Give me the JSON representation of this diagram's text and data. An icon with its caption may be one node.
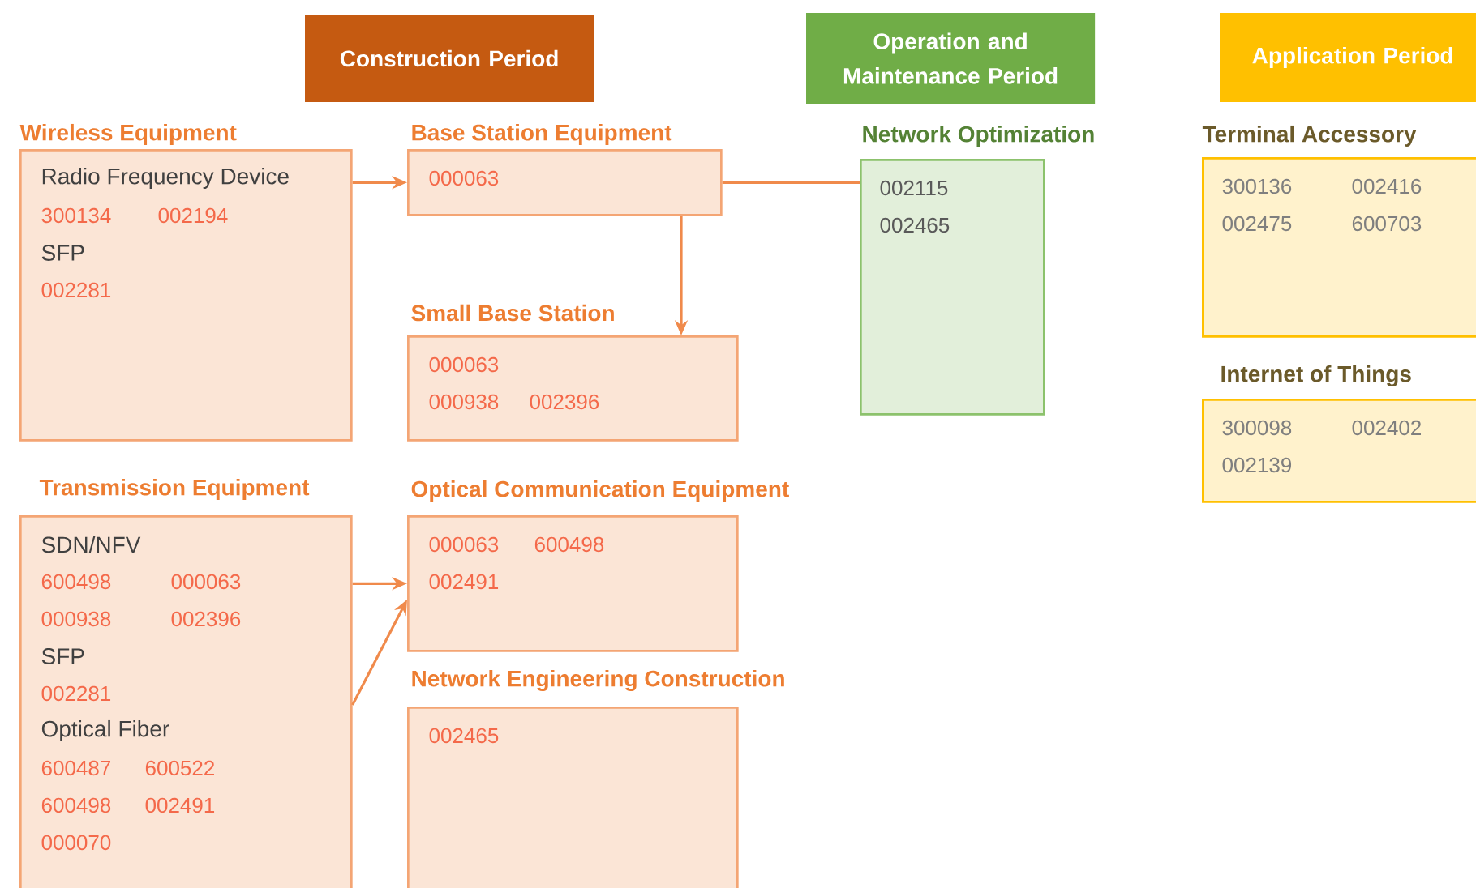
{
  "diagram": {
    "nodes": [
      {
        "text": [
          "Construction Period"
        ]
      },
      {
        "text": [
          "Operation and Maintenance Period"
        ]
      },
      {
        "text": [
          "Application Period"
        ]
      },
      {
        "text": [
          "Wireless Equipment",
          "Radio Frequency Device",
          "300134",
          "002194",
          "SFP",
          "002281"
        ]
      },
      {
        "text": [
          "Base Station Equipment",
          "000063"
        ]
      },
      {
        "text": [
          "Network Optimization",
          "002115",
          "002465"
        ]
      },
      {
        "text": [
          "Terminal Accessory",
          "300136",
          "002416",
          "002475",
          "600703"
        ]
      },
      {
        "text": [
          "Small Base Station",
          "000063",
          "000938",
          "002396"
        ]
      },
      {
        "text": [
          "Internet of Things",
          "300098",
          "002402",
          "002139"
        ]
      },
      {
        "text": [
          "Transmission Equipment",
          "SDN/NFV",
          "600498",
          "000063",
          "000938",
          "002396",
          "SFP",
          "002281",
          "Optical Fiber",
          "600487",
          "600522",
          "600498",
          "002491",
          "000070"
        ]
      },
      {
        "text": [
          "Optical Communication Equipment",
          "000063",
          "600498",
          "002491"
        ]
      },
      {
        "text": [
          "Network Engineering Construction",
          "002465"
        ]
      }
    ],
    "edges": [
      {
        "from": 3,
        "to": 4,
        "arrow": "to"
      },
      {
        "from": 4,
        "to": 7,
        "arrow": "to"
      },
      {
        "from": 4,
        "to": 5,
        "arrow": "none"
      },
      {
        "from": 9,
        "to": 10,
        "arrow": "to"
      },
      {
        "from": 9,
        "to": 10,
        "arrow": "to"
      }
    ]
  }
}
